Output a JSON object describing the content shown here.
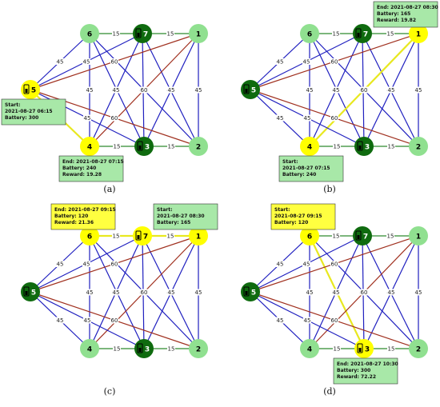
{
  "palette": {
    "blue_edge": "#1f1fbf",
    "red_edge": "#a0301f",
    "green_edge": "#2e8b2e",
    "yellow_edge": "#e8e820",
    "node_light": "#90e090",
    "node_dark": "#0f6b0f",
    "node_yellow": "#ffff00",
    "box_green": "#a8e8a8",
    "box_yellow": "#ffff40"
  },
  "edge_weights": {
    "short": "15",
    "diag": "60",
    "mid": "45",
    "long": "45"
  },
  "panels": [
    {
      "id": "a",
      "caption": "(a)",
      "nodes": {
        "1": "light",
        "2": "light",
        "3": "dark",
        "4": "yellow",
        "5": "yellow",
        "6": "light",
        "7": "dark"
      },
      "drone_at": [
        "5",
        "7",
        "3"
      ],
      "yellow_edges": [
        [
          "5",
          "4"
        ]
      ],
      "boxes": [
        {
          "anchor": "5",
          "style": "green",
          "lines": [
            "Start:",
            "2021-08-27 06:15",
            "Battery: 300"
          ]
        },
        {
          "anchor": "4",
          "style": "green",
          "lines": [
            "End: 2021-08-27 07:15",
            "Battery: 240",
            "Reward: 19.28"
          ]
        }
      ]
    },
    {
      "id": "b",
      "caption": "(b)",
      "nodes": {
        "1": "yellow",
        "2": "light",
        "3": "dark",
        "4": "yellow",
        "5": "dark",
        "6": "light",
        "7": "dark"
      },
      "drone_at": [
        "5",
        "7",
        "3"
      ],
      "yellow_edges": [
        [
          "4",
          "1"
        ]
      ],
      "boxes": [
        {
          "anchor": "1",
          "style": "green",
          "lines": [
            "End: 2021-08-27 08:30",
            "Battery: 165",
            "Reward: 19.82"
          ]
        },
        {
          "anchor": "4",
          "style": "green",
          "lines": [
            "Start:",
            "2021-08-27 07:15",
            "Battery: 240"
          ]
        }
      ]
    },
    {
      "id": "c",
      "caption": "(c)",
      "nodes": {
        "1": "yellow",
        "2": "light",
        "3": "dark",
        "4": "light",
        "5": "dark",
        "6": "yellow",
        "7": "yellow"
      },
      "drone_at": [
        "5",
        "7",
        "3"
      ],
      "yellow_edges": [
        [
          "6",
          "7"
        ],
        [
          "7",
          "1"
        ]
      ],
      "boxes": [
        {
          "anchor": "6",
          "style": "yellow",
          "lines": [
            "End: 2021-08-27 09:15",
            "Battery: 120",
            "Reward: 21.36"
          ]
        },
        {
          "anchor": "1",
          "style": "green",
          "lines": [
            "Start:",
            "2021-08-27 08:30",
            "Battery: 165"
          ]
        }
      ]
    },
    {
      "id": "d",
      "caption": "(d)",
      "nodes": {
        "1": "light",
        "2": "light",
        "3": "yellow",
        "4": "light",
        "5": "dark",
        "6": "yellow",
        "7": "dark"
      },
      "drone_at": [
        "5",
        "7",
        "3"
      ],
      "yellow_edges": [
        [
          "6",
          "3"
        ]
      ],
      "boxes": [
        {
          "anchor": "6",
          "style": "yellow",
          "lines": [
            "Start:",
            "2021-08-27 09:15",
            "Battery: 120"
          ]
        },
        {
          "anchor": "3",
          "style": "green",
          "lines": [
            "End: 2021-08-27 10:30",
            "Battery: 300",
            "Reward: 72.22"
          ]
        }
      ]
    }
  ]
}
